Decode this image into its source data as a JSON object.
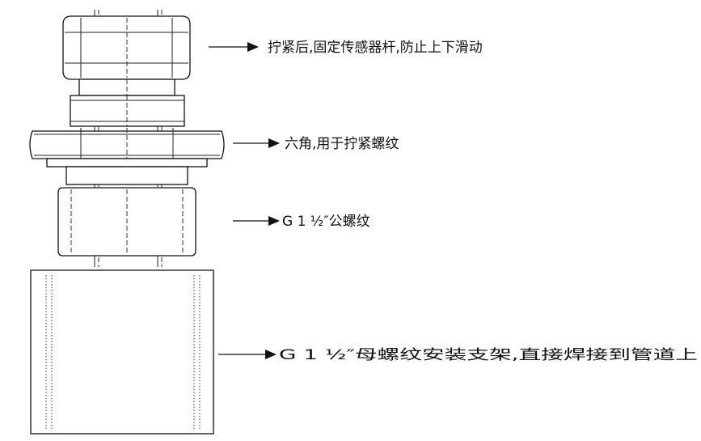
{
  "callouts": [
    {
      "text": "拧紧后,固定传感器杆,防止上下滑动"
    },
    {
      "text": "六角,用于拧紧螺纹"
    },
    {
      "text": "G 1 ½″公螺纹"
    },
    {
      "text": "G 1 ½″母螺纹安装支架,直接焊接到管道上"
    }
  ],
  "colors": {
    "line": "#111111",
    "background": "#ffffff"
  }
}
